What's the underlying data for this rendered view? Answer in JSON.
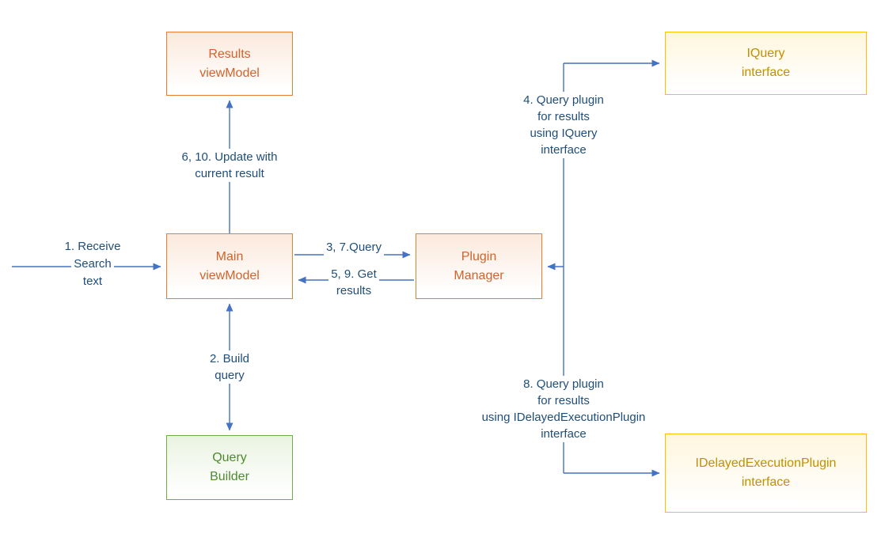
{
  "boxes": {
    "results_viewmodel": {
      "line1": "Results",
      "line2": "viewModel"
    },
    "iquery_interface": {
      "line1": "IQuery",
      "line2": "interface"
    },
    "main_viewmodel": {
      "line1": "Main",
      "line2": "viewModel"
    },
    "plugin_manager": {
      "line1": "Plugin",
      "line2": "Manager"
    },
    "query_builder": {
      "line1": "Query",
      "line2": "Builder"
    },
    "idelayed_interface": {
      "line1": "IDelayedExecutionPlugin",
      "line2": "interface"
    }
  },
  "arrow_labels": {
    "receive": {
      "line1": "1. Receive",
      "line2": "Search",
      "line3": "text"
    },
    "update": {
      "line1": "6, 10. Update with",
      "line2": "current result"
    },
    "query": {
      "line1": "3, 7.Query"
    },
    "get_results": {
      "line1": "5, 9. Get",
      "line2": "results"
    },
    "build_query": {
      "line1": "2. Build",
      "line2": "query"
    },
    "query_plugin_iquery": {
      "line1": "4. Query plugin",
      "line2": "for results",
      "line3": "using IQuery",
      "line4": "interface"
    },
    "query_plugin_idelayed": {
      "line1": "8. Query plugin",
      "line2": "for results",
      "line3": "using IDelayedExecutionPlugin",
      "line4": "interface"
    }
  },
  "colors": {
    "connector": "#4472C4",
    "label_text": "#1F4E79",
    "orange_border": "#ED7D31",
    "orange_text": "#D2622A",
    "orange_fill": "#FBE9DC",
    "gold_border": "#FFC000",
    "gold_text": "#BF9000",
    "gold_fill": "#FFF6DE",
    "green_border": "#70AD47",
    "green_text": "#4F8A2E",
    "green_fill": "#EAF3E1"
  }
}
